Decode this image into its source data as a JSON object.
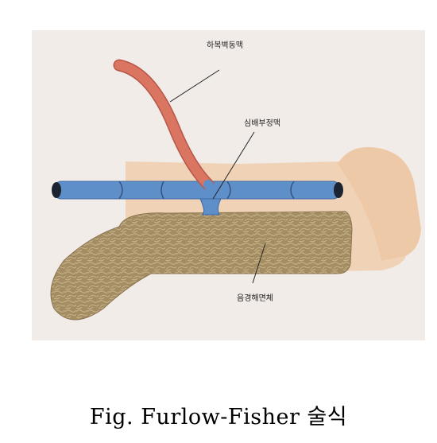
{
  "labels": {
    "dorsal_artery": "하복벽동맥",
    "dorsal_vein": "심배부정맥",
    "corpus_cavernosum": "음경해면체"
  },
  "caption": "Fig. Furlow-Fisher 술식",
  "colors": {
    "background_panel": "#f1ece8",
    "skin": "#f0d3b6",
    "artery": "#d97560",
    "vein": "#5f8fc9",
    "cavernosum": "#a48d63"
  }
}
